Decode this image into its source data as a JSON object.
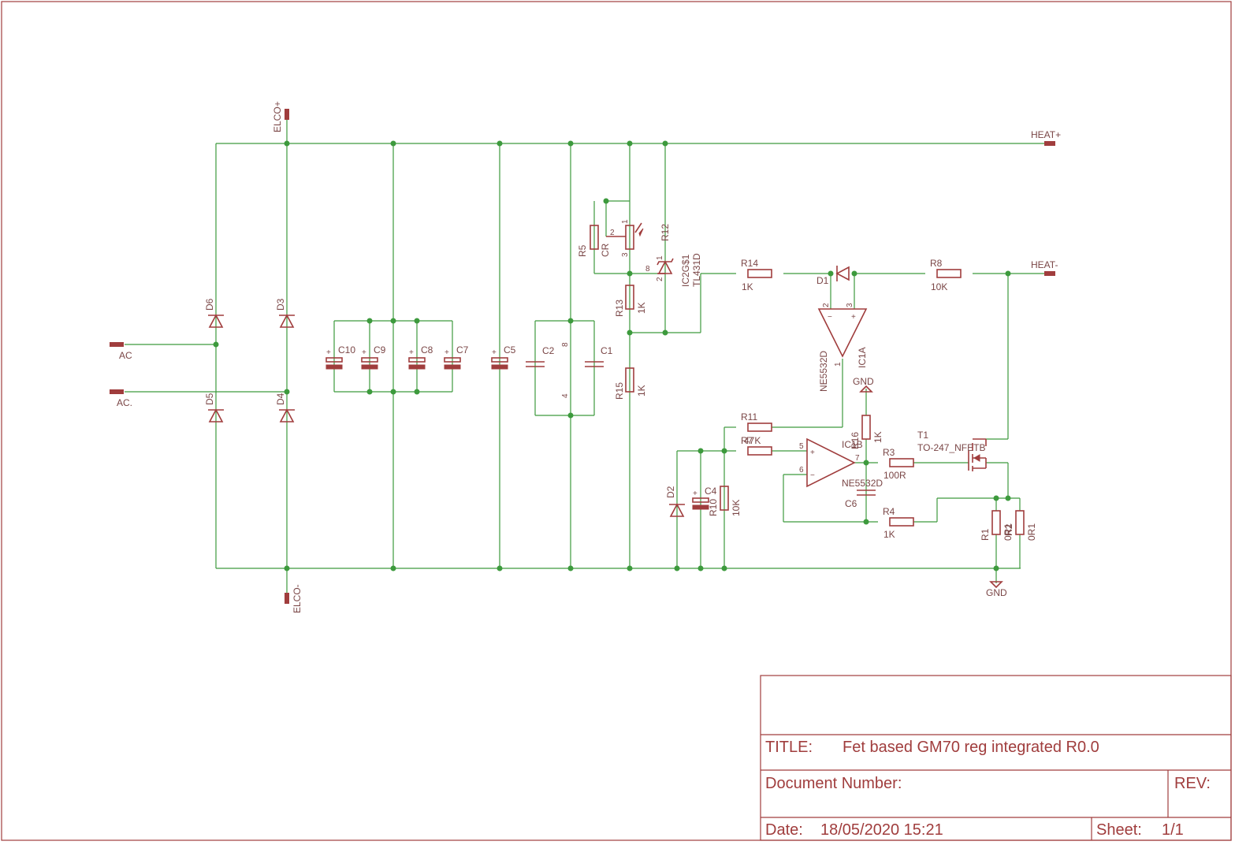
{
  "ports": {
    "elco_plus": "ELCO+",
    "elco_minus": "ELCO-",
    "heat_plus": "HEAT+",
    "heat_minus": "HEAT-",
    "ac": "AC",
    "ac2": "AC.",
    "gnd1": "GND",
    "gnd2": "GND"
  },
  "components": {
    "d6": "D6",
    "d5": "D5",
    "d3": "D3",
    "d4": "D4",
    "d2": "D2",
    "d1": "D1",
    "c10": "C10",
    "c9": "C9",
    "c8": "C8",
    "c7": "C7",
    "c5": "C5",
    "c2": "C2",
    "c1": "C1",
    "c4": "C4",
    "c6": "C6",
    "r5": "R5",
    "cr": "CR",
    "r12": "R12",
    "ic2": "IC2G$1",
    "ic2_value": "TL431D",
    "r13": "R13",
    "r13_value": "1K",
    "r15": "R15",
    "r15_value": "1K",
    "r14": "R14",
    "r14_value": "1K",
    "r8": "R8",
    "r8_value": "10K",
    "ic1a": "IC1A",
    "ic1a_value": "NE5532D",
    "r11": "R11",
    "r7": "R7",
    "r7_value": "47K",
    "r16": "R16",
    "r16_value": "1K",
    "ic1b": "IC1B",
    "ic1b_value": "NE5532D",
    "r3": "R3",
    "r3_value": "100R",
    "t1": "T1",
    "t1_value": "TO-247_NFETB",
    "r4": "R4",
    "r4_value": "1K",
    "r10": "R10",
    "r10_value": "10K",
    "r1": "R1",
    "r1_value": "0R1",
    "r2": "R2",
    "r2_value": "0R1",
    "ic_pin8": "8",
    "ic_pin4": "4"
  },
  "pins": {
    "cr_1": "1",
    "cr_2": "2",
    "cr_3": "3",
    "tl_1": "1",
    "tl_2": "2",
    "tl_8": "8",
    "opa_2": "2",
    "opa_3": "3",
    "opa_1": "1",
    "opa_minus": "−",
    "opa_plus": "+",
    "opb_5": "5",
    "opb_6": "6",
    "opb_7": "7",
    "opb_plus": "+",
    "opb_minus": "−",
    "cap_plus": "+"
  },
  "title_block": {
    "title_label": "TITLE:",
    "title_value": "Fet based GM70 reg integrated R0.0",
    "docnum_label": "Document Number:",
    "rev_label": "REV:",
    "date_label": "Date:",
    "date_value": "18/05/2020 15:21",
    "sheet_label": "Sheet:",
    "sheet_value": "1/1"
  },
  "colors": {
    "wire": "#3d9a3d",
    "part": "#a03d3d",
    "text": "#7a4646"
  }
}
